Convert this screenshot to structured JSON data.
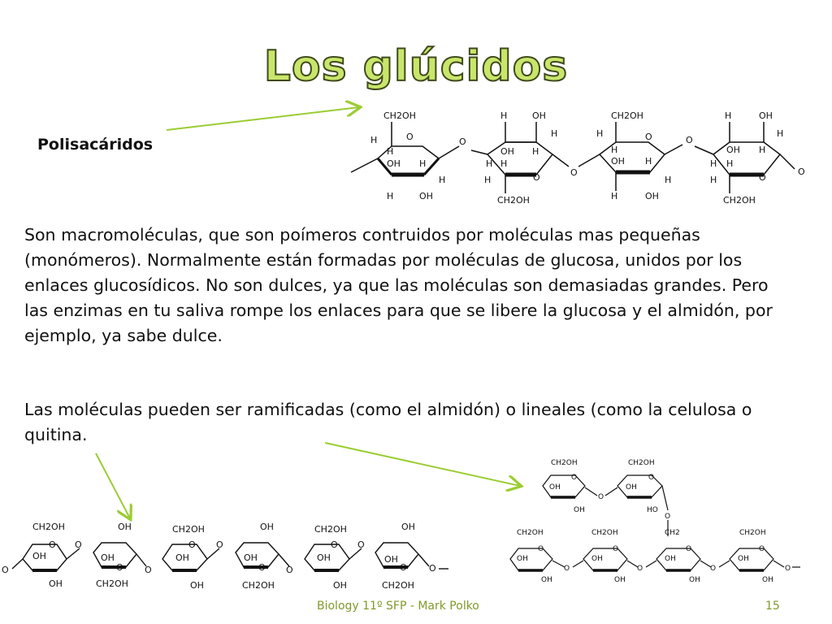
{
  "slide": {
    "title": "Los glúcidos",
    "subtitle": "Polisacáridos",
    "paragraph1": "Son macromoléculas, que son poímeros contruidos por moléculas mas pequeñas (monómeros). Normalmente están formadas por moléculas de glucosa, unidos por los enlaces glucosídicos. No son dulces, ya que las moléculas son demasiadas grandes. Pero las enzimas en tu saliva rompe los enlaces para que se libere la glucosa y el almidón, por ejemplo, ya sabe dulce.",
    "paragraph2": "Las moléculas pueden ser ramificadas (como el almidón) o lineales (como la celulosa o quitina.",
    "footer": "Biology 11º SFP - Mark Polko",
    "page_number": "15"
  },
  "chem_labels": {
    "ch2oh": "CH2OH",
    "oh": "OH",
    "ho": "HO",
    "h": "H",
    "o": "O",
    "ch2": "CH2"
  },
  "colors": {
    "title_fill": "#c9e66b",
    "title_stroke": "#3f4a1c",
    "arrow": "#9acd32",
    "footer": "#7f9a2a"
  }
}
